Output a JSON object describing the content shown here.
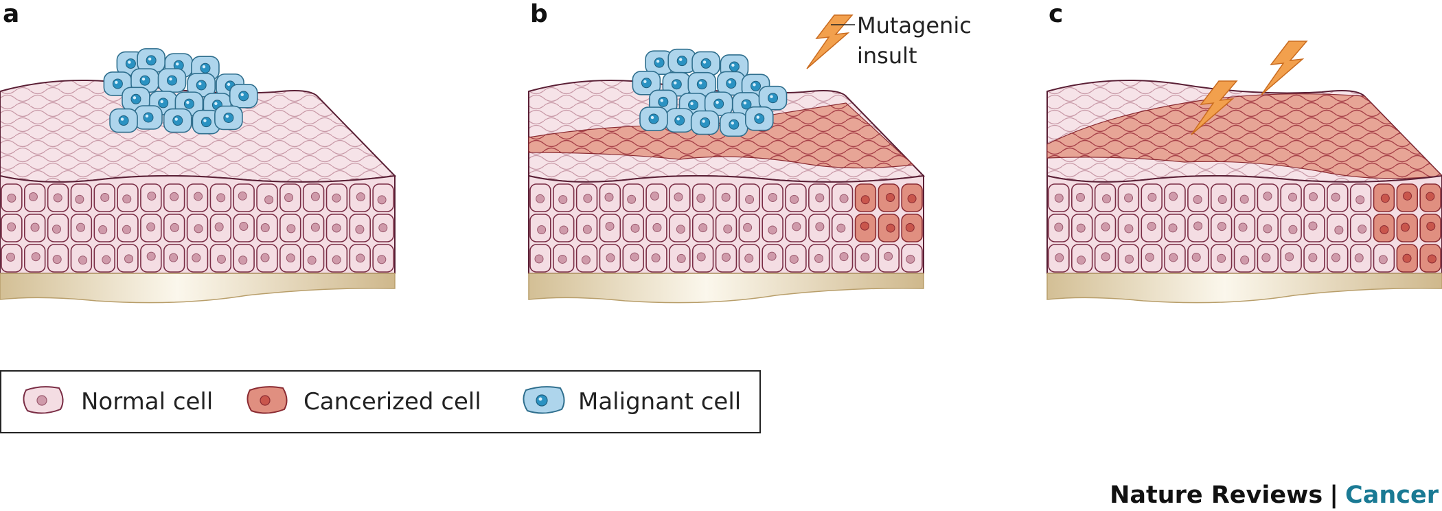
{
  "panels": [
    {
      "letter": "a",
      "state": "normal"
    },
    {
      "letter": "b",
      "state": "partial"
    },
    {
      "letter": "c",
      "state": "field"
    }
  ],
  "annotation": {
    "line1": "Mutagenic",
    "line2": "insult"
  },
  "legend": [
    {
      "label": "Normal cell",
      "type": "normal"
    },
    {
      "label": "Cancerized cell",
      "type": "cancerized"
    },
    {
      "label": "Malignant cell",
      "type": "malignant"
    }
  ],
  "brand": {
    "journal": "Nature Reviews",
    "separator": "|",
    "subject": "Cancer",
    "subject_color": "#1a7a94"
  },
  "colors": {
    "normal_fill": "#f4dde3",
    "normal_stroke": "#7a2d45",
    "normal_nucleus": "#cf9aaa",
    "cancer_fill": "#e08f80",
    "cancer_stroke": "#8a2b32",
    "cancer_nucleus": "#c9564c",
    "malignant_fill": "#aed5ec",
    "malignant_stroke": "#2f6f8e",
    "malignant_nucleus": "#2a92c2",
    "base": "#d9c7a0",
    "lightning": "#f2a04d"
  }
}
